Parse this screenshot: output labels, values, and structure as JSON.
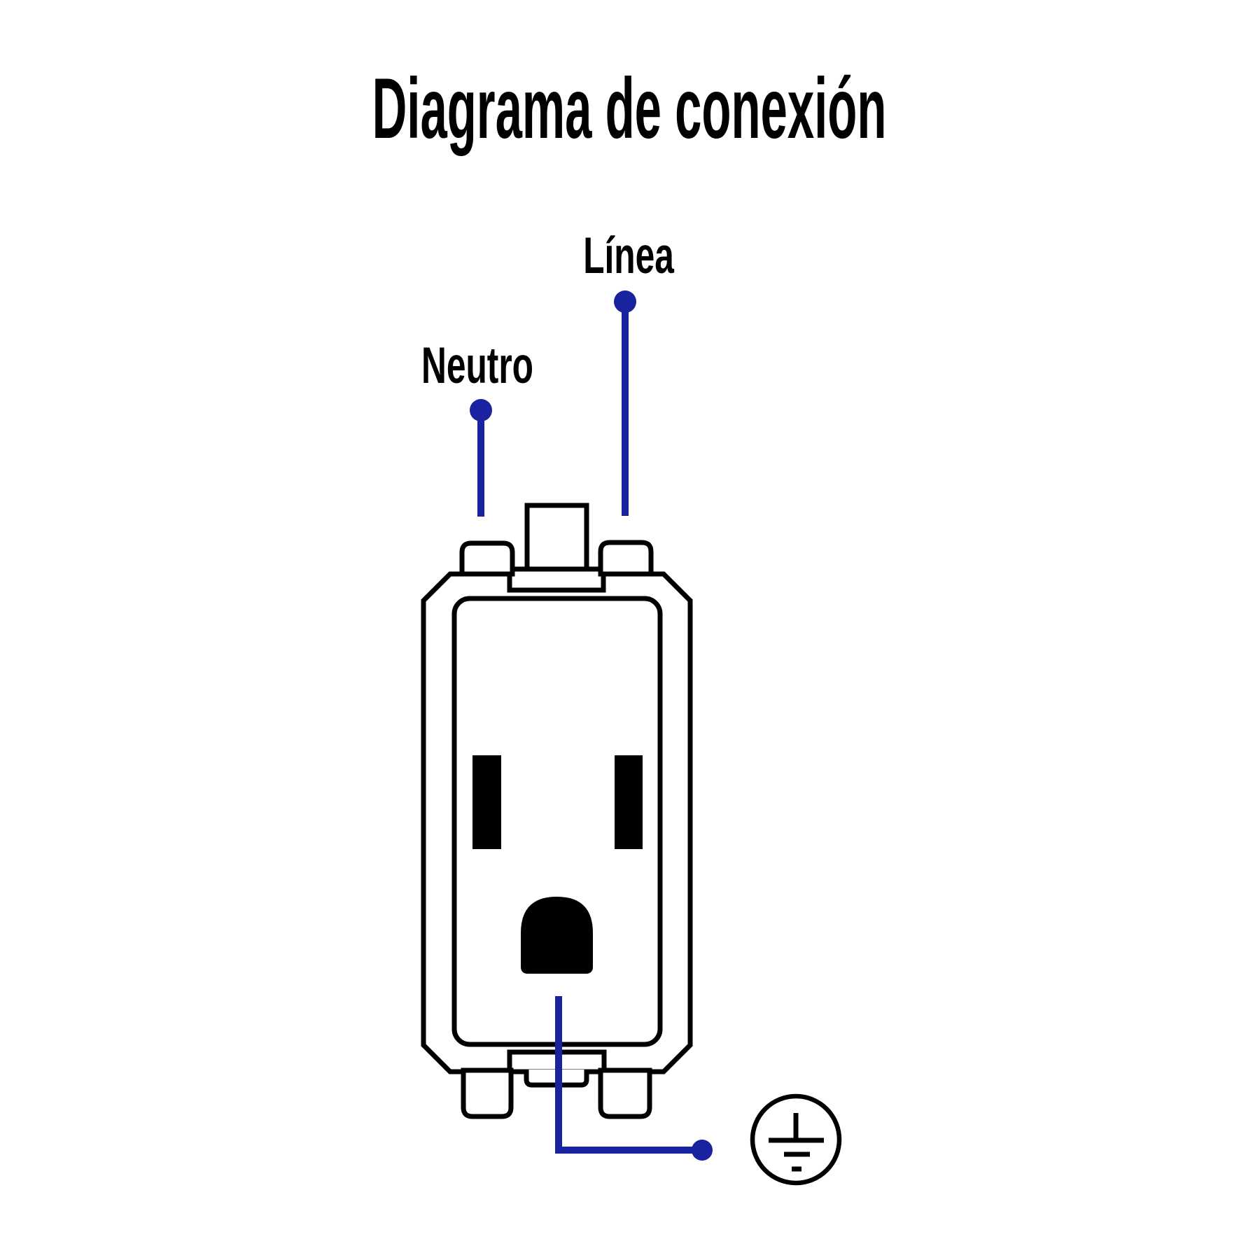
{
  "title": "Diagrama de conexión",
  "labels": {
    "line": "Línea",
    "neutral": "Neutro"
  },
  "colors": {
    "wire_blue": "#1A239F",
    "outline_black": "#000000",
    "background": "#FFFFFF"
  }
}
